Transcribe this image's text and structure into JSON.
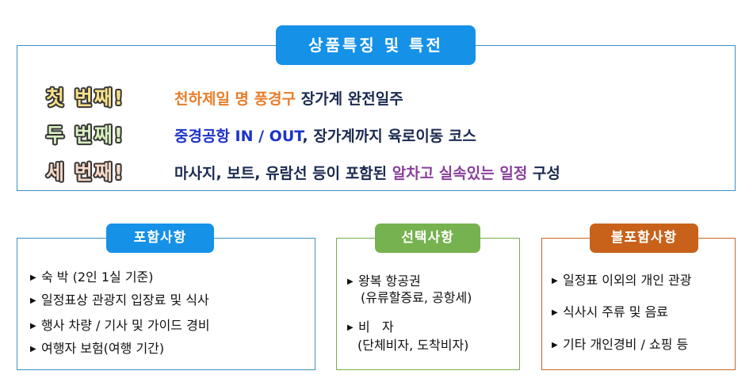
{
  "features": {
    "title": "상품특징 및 특전",
    "rows": [
      {
        "ordinal": "첫 번째!",
        "highlight": "천하제일 명 풍경구",
        "rest": " 장가계 완전일주"
      },
      {
        "ordinal": "두 번째!",
        "highlight": "중경공항 IN / OUT",
        "rest": ", 장가계까지 육로이동 코스"
      },
      {
        "ordinal": "세 번째!",
        "lead": "마사지, 보트, 유람선 등이 포함된 ",
        "highlight": "알차고 실속있는 일정",
        "rest": " 구성"
      }
    ]
  },
  "included": {
    "title": "포함사항",
    "items": [
      "숙 박 (2인 1실 기준)",
      "일정표상 관광지 입장료 및 식사",
      "행사 차량 / 기사 및 가이드 경비",
      "여행자 보험(여행 기간)"
    ]
  },
  "optional": {
    "title": "선택사항",
    "items": [
      {
        "label": "왕복 항공권",
        "sub": "(유류할증료, 공항세)"
      },
      {
        "label": "비   자",
        "sub": "(단체비자, 도착비자)"
      }
    ]
  },
  "excluded": {
    "title": "불포함사항",
    "items": [
      "일정표 이외의 개인 관광",
      "식사시 주류 및 음료",
      "기타 개인경비 / 쇼핑 등"
    ]
  },
  "colors": {
    "blue_accent": "#1591e8",
    "green_accent": "#76b24f",
    "orange_accent": "#c8621b",
    "highlight_orange": "#e87d2a",
    "highlight_blue": "#1e33c8",
    "highlight_purple": "#8a3f9c"
  },
  "icons": {
    "bullet": "triangle-right-icon"
  }
}
